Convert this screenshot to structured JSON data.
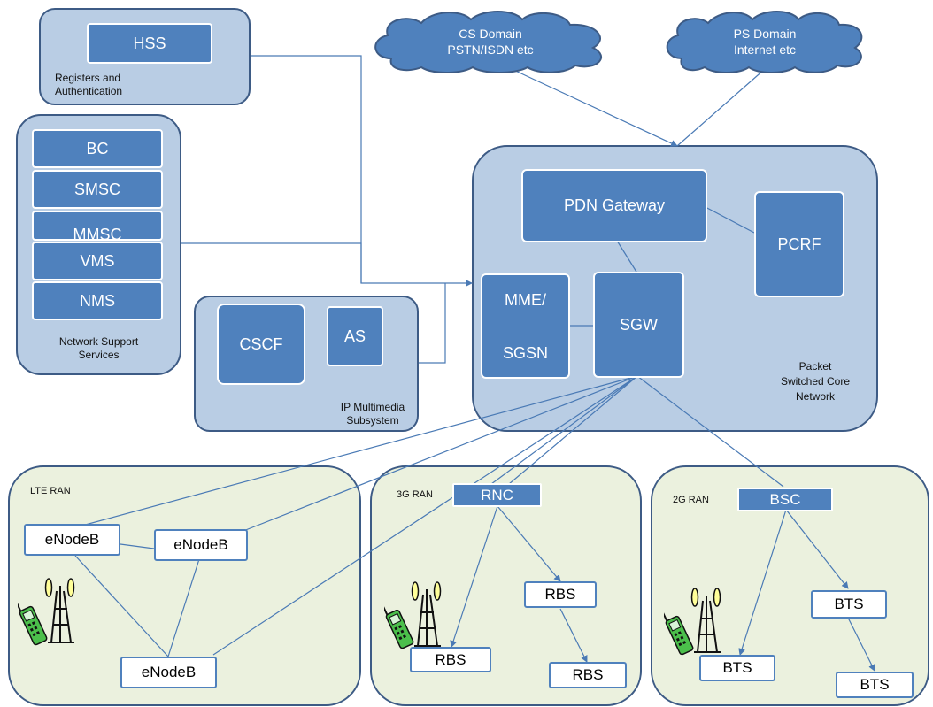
{
  "clouds": {
    "cs_line1": "CS Domain",
    "cs_line2": "PSTN/ISDN etc",
    "ps_line1": "PS Domain",
    "ps_line2": "Internet etc"
  },
  "hss": {
    "box": "HSS",
    "label_line1": "Registers and",
    "label_line2": "Authentication"
  },
  "support": {
    "items": [
      "BC",
      "SMSC",
      "MMSC",
      "VMS",
      "NMS"
    ],
    "label_line1": "Network Support",
    "label_line2": "Services"
  },
  "ims": {
    "cscf": "CSCF",
    "as": "AS",
    "label_line1": "IP Multimedia",
    "label_line2": "Subsystem"
  },
  "core": {
    "pdn": "PDN Gateway",
    "pcrf": "PCRF",
    "mme_line1": "MME/",
    "mme_line2": "SGSN",
    "sgw": "SGW",
    "label_line1": "Packet",
    "label_line2": "Switched Core",
    "label_line3": "Network"
  },
  "lte": {
    "label": "LTE RAN",
    "node1": "eNodeB",
    "node2": "eNodeB",
    "node3": "eNodeB"
  },
  "ran3g": {
    "label": "3G RAN",
    "rnc": "RNC",
    "rbs1": "RBS",
    "rbs2": "RBS",
    "rbs3": "RBS"
  },
  "ran2g": {
    "label": "2G RAN",
    "bsc": "BSC",
    "bts1": "BTS",
    "bts2": "BTS",
    "bts3": "BTS"
  },
  "colors": {
    "node_fill": "#4f81bd",
    "group_blue": "#b9cde4",
    "group_green": "#ebf1de",
    "border": "#3d5b85",
    "link": "#4a7ab5"
  }
}
